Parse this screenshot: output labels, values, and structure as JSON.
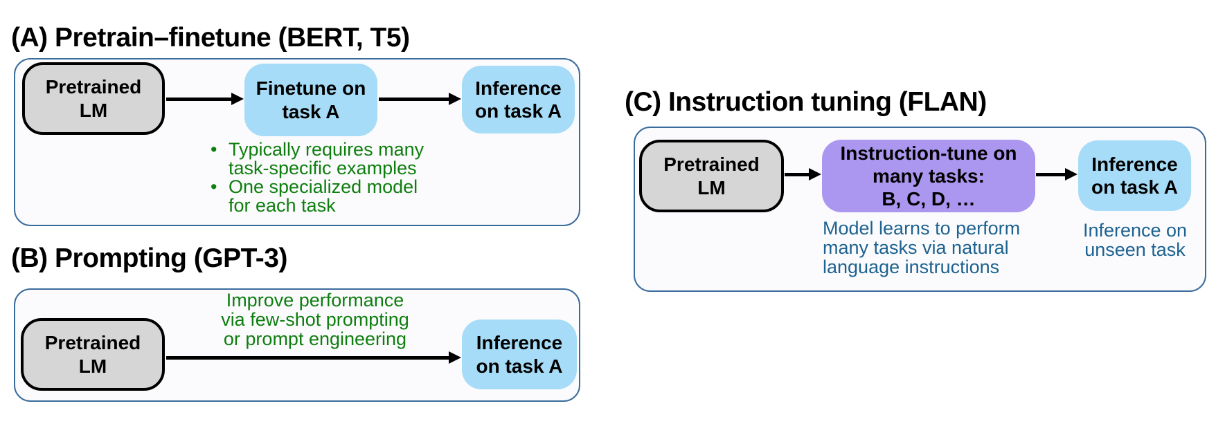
{
  "theme": {
    "panel_border": "#3a6b9c",
    "panel_bg": "#fbfbfd",
    "gray_box": "#d6d6d6",
    "blue_box": "#a6dcf7",
    "purple_box": "#ab97f0",
    "green_text": "#0e7e0e",
    "blue_text": "#1d6290",
    "arrow": "#000000",
    "title_text": "#000000"
  },
  "panels": {
    "a": {
      "title": "(A) Pretrain–finetune (BERT, T5)",
      "pretrained_lm": "Pretrained\nLM",
      "finetune": "Finetune on\ntask A",
      "inference": "Inference\non task A",
      "bullets": [
        "Typically requires many\ntask-specific examples",
        "One specialized model\nfor each task"
      ]
    },
    "b": {
      "title": "(B) Prompting (GPT-3)",
      "pretrained_lm": "Pretrained\nLM",
      "note": "Improve performance\nvia few-shot prompting\nor prompt engineering",
      "inference": "Inference\non task A"
    },
    "c": {
      "title": "(C) Instruction tuning (FLAN)",
      "pretrained_lm": "Pretrained\nLM",
      "instruction_tune": "Instruction-tune on\nmany tasks:\nB, C, D, …",
      "inference": "Inference\non task A",
      "note_model": "Model learns to perform\nmany tasks via natural\nlanguage instructions",
      "note_inference": "Inference on\nunseen task"
    }
  }
}
